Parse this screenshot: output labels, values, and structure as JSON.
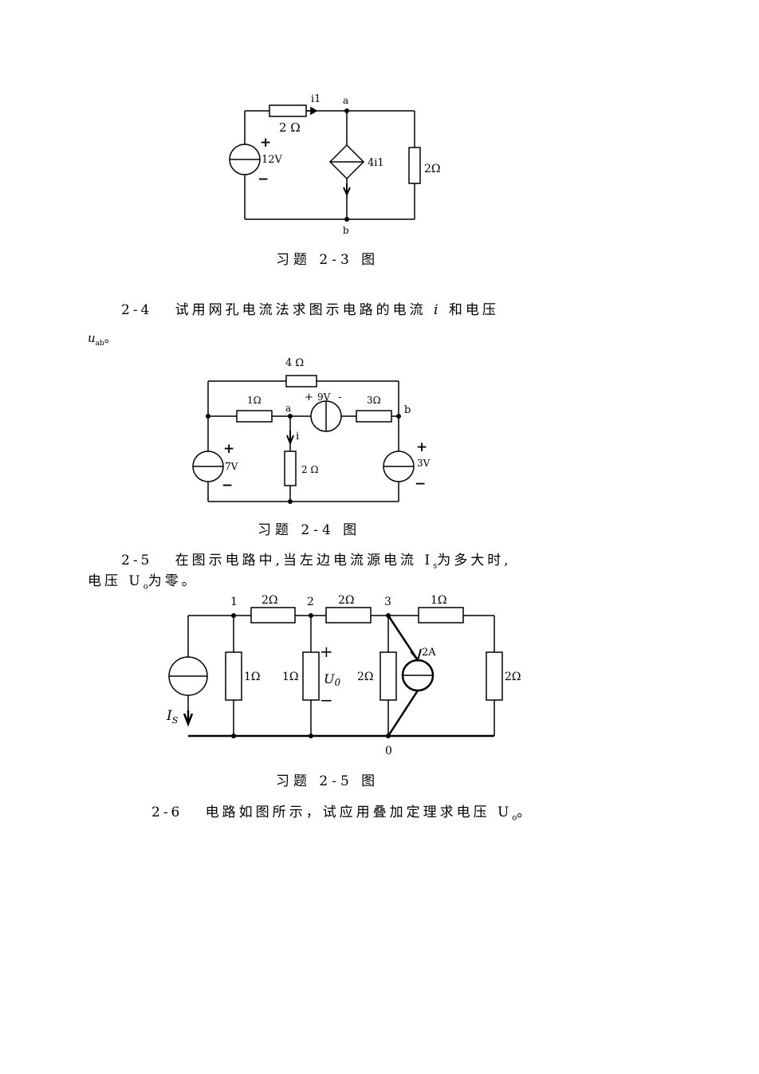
{
  "fig23": {
    "labels": {
      "i1": "i1",
      "a": "a",
      "b": "b",
      "r_series": "2 Ω",
      "plus": "+",
      "minus": "−",
      "src": "12V",
      "dep": "4i1",
      "r_shunt": "2Ω"
    },
    "caption": "习题 2-3 图"
  },
  "p24": {
    "number": "2-4",
    "text": "试用网孔电流法求图示电路的电流",
    "var_i": "i",
    "text2": "和电压",
    "var_u": "u",
    "sub_ab": "ab",
    "end": "。"
  },
  "fig24": {
    "labels": {
      "r_top": "4 Ω",
      "r1": "1Ω",
      "a": "a",
      "src9_plus": "+",
      "src9": "9V",
      "src9_minus": "-",
      "r3": "3Ω",
      "b": "b",
      "i": "i",
      "plus_l": "+",
      "src7": "7V",
      "minus_l": "−",
      "r2": "2 Ω",
      "plus_r": "+",
      "src3": "3V",
      "minus_r": "−"
    },
    "caption": "习题 2-4 图"
  },
  "p25": {
    "number": "2-5",
    "text": "在图示电路中,当左边电流源电流",
    "var_is": "I",
    "sub_s": "s",
    "text2": "为多大时,",
    "line2a": "电压",
    "var_uo": "U",
    "sub_o": "o",
    "line2b": "为零。"
  },
  "fig25": {
    "labels": {
      "n1": "1",
      "n2": "2",
      "n3": "3",
      "n0": "0",
      "r12": "2Ω",
      "r23": "2Ω",
      "r3r": "1Ω",
      "r1": "1Ω",
      "r2": "1Ω",
      "r3": "2Ω",
      "rr": "2Ω",
      "src2a": "2A",
      "is_I": "I",
      "is_S": "S",
      "uo_plus": "+",
      "uo_U": "U",
      "uo_sub": "0",
      "uo_minus": "−"
    },
    "caption": "习题 2-5 图"
  },
  "p26": {
    "number": "2-6",
    "text": "电路如图所示，试应用叠加定理求电压",
    "var_uo": "U",
    "sub_o": "o",
    "end": "。"
  }
}
